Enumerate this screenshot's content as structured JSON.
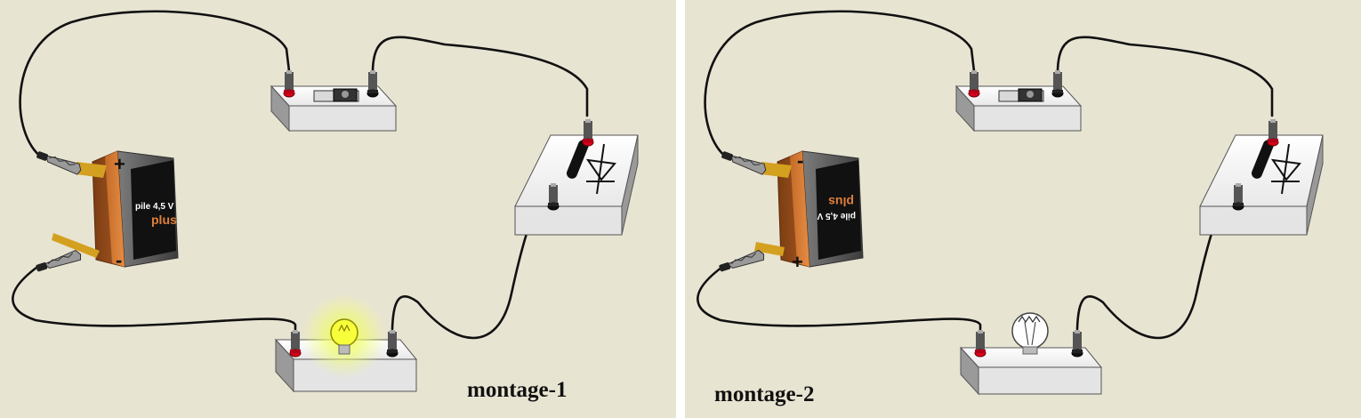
{
  "background_color": "#e8e4d2",
  "montage1": {
    "label": "montage-1",
    "battery": {
      "brand": "pile 4,5 V",
      "name": "plus",
      "top_terminal": "+",
      "bottom_terminal": "-"
    },
    "lamp_lit": true
  },
  "montage2": {
    "label": "montage-2",
    "battery": {
      "brand": "pile 4,5 V",
      "name": "plus",
      "top_terminal": "-",
      "bottom_terminal": "+"
    },
    "lamp_lit": false
  },
  "icons": [
    "switch-icon",
    "diode-symbol-icon",
    "bulb-icon",
    "crocodile-clip-icon"
  ]
}
